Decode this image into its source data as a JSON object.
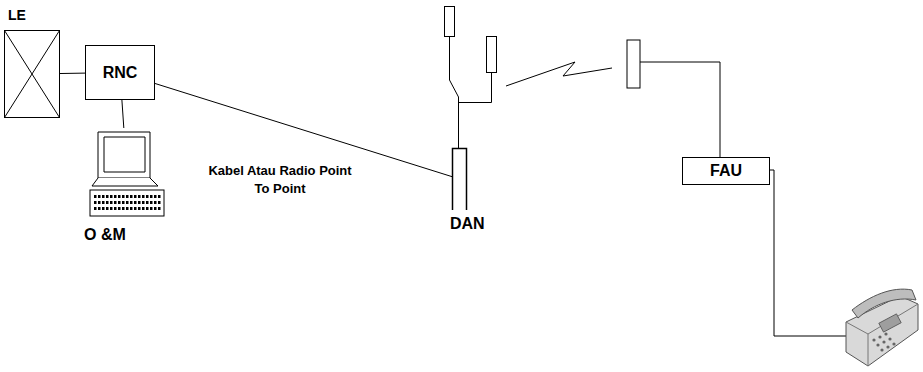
{
  "diagram": {
    "nodes": [
      {
        "text": [
          "LE"
        ]
      },
      {
        "text": [
          "RNC"
        ]
      },
      {
        "text": [
          "O &M"
        ]
      },
      {
        "text": [
          "DAN"
        ]
      },
      {
        "text": [
          "FAU"
        ]
      }
    ],
    "edges": [
      {
        "from": 0,
        "to": 1,
        "arrow": "none"
      },
      {
        "from": 1,
        "to": 2,
        "arrow": "none"
      },
      {
        "from": 1,
        "to": 3,
        "label": "Kabel Atau Radio Point To Point",
        "arrow": "none"
      }
    ]
  }
}
